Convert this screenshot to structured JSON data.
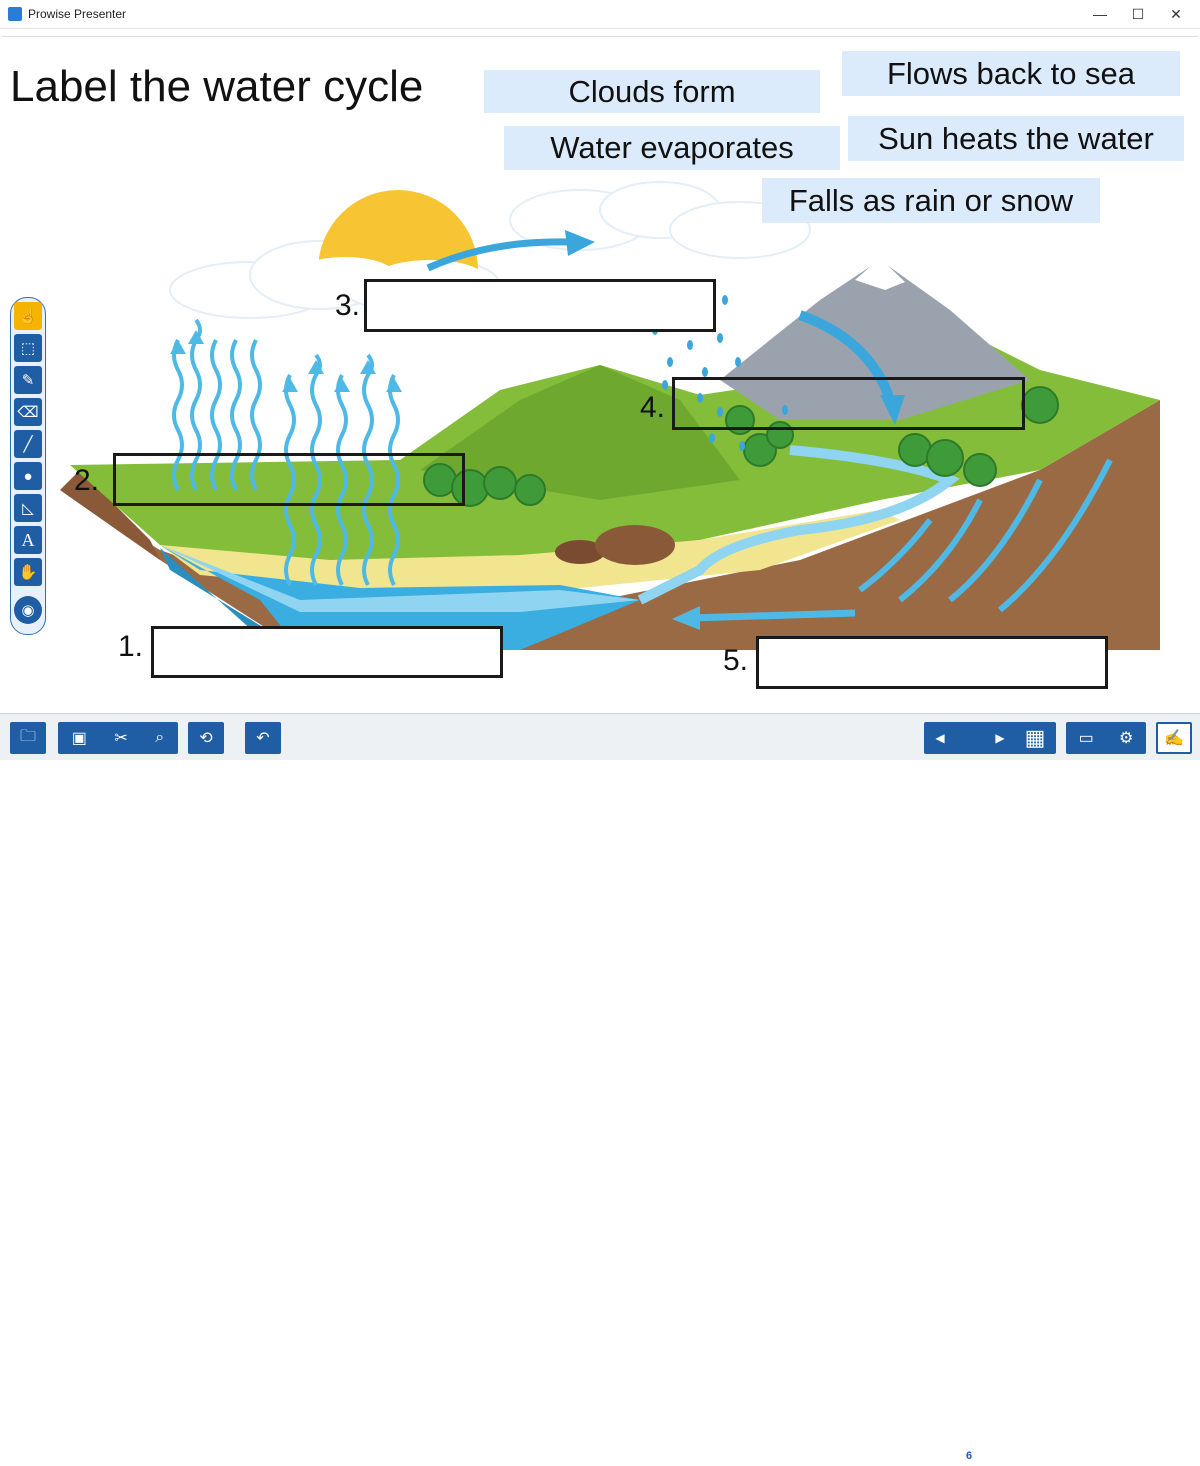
{
  "window": {
    "title": "Prowise Presenter",
    "minimize_glyph": "—",
    "maximize_glyph": "☐",
    "close_glyph": "✕"
  },
  "slide": {
    "title": "Label the water cycle",
    "labels": [
      "Clouds form",
      "Flows back to sea",
      "Water evaporates",
      "Sun heats the water",
      "Falls as rain or snow"
    ],
    "answers": [
      {
        "number": "1."
      },
      {
        "number": "2."
      },
      {
        "number": "3."
      },
      {
        "number": "4."
      },
      {
        "number": "5."
      }
    ]
  },
  "tools": [
    {
      "name": "pointer-tool",
      "icon": "hand-pointer-icon",
      "glyph": "☝",
      "active": true
    },
    {
      "name": "select-tool",
      "icon": "selection-icon",
      "glyph": "⬚",
      "active": false
    },
    {
      "name": "pen-tool",
      "icon": "pencils-icon",
      "glyph": "✎",
      "active": false
    },
    {
      "name": "eraser-tool",
      "icon": "eraser-icon",
      "glyph": "⌫",
      "active": false
    },
    {
      "name": "line-tool",
      "icon": "line-icon",
      "glyph": "╱",
      "active": false
    },
    {
      "name": "shape-tool",
      "icon": "circle-icon",
      "glyph": "●",
      "active": false
    },
    {
      "name": "ruler-tool",
      "icon": "ruler-triangle-icon",
      "glyph": "◺",
      "active": false
    },
    {
      "name": "text-tool",
      "icon": "text-icon",
      "glyph": "A",
      "active": false
    },
    {
      "name": "move-tool",
      "icon": "hand-icon",
      "glyph": "✋",
      "active": false
    },
    {
      "name": "more-tool",
      "icon": "circle-target-icon",
      "glyph": "◉",
      "active": false
    }
  ],
  "bottombar": {
    "page_number": "6",
    "buttons": [
      {
        "name": "open-file-button",
        "icon": "folder-icon",
        "glyph": "🗀"
      },
      {
        "name": "media-button",
        "icon": "images-icon",
        "glyph": "▣"
      },
      {
        "name": "tools-button",
        "icon": "tools-icon",
        "glyph": "✂"
      },
      {
        "name": "search-button",
        "icon": "search-icon",
        "glyph": "⌕"
      },
      {
        "name": "transform-button",
        "icon": "rotate-page-icon",
        "glyph": "⟲"
      },
      {
        "name": "undo-button",
        "icon": "undo-icon",
        "glyph": "↶"
      },
      {
        "name": "prev-page-button",
        "icon": "chevron-left-icon",
        "glyph": "◀"
      },
      {
        "name": "next-page-button",
        "icon": "chevron-right-icon",
        "glyph": "▶"
      },
      {
        "name": "page-overview-button",
        "icon": "grid-icon",
        "glyph": "▦"
      },
      {
        "name": "screen-button",
        "icon": "screen-icon",
        "glyph": "▭"
      },
      {
        "name": "settings-button",
        "icon": "gear-icon",
        "glyph": "⚙"
      },
      {
        "name": "presenter-button",
        "icon": "presenter-icon",
        "glyph": "✍"
      }
    ]
  },
  "colors": {
    "accent": "#1f5ea5",
    "label_bg": "#dcebfb",
    "active_tool": "#f4b400",
    "water": "#3aaee0",
    "grass": "#84bd3a",
    "earth": "#9a6a45"
  }
}
